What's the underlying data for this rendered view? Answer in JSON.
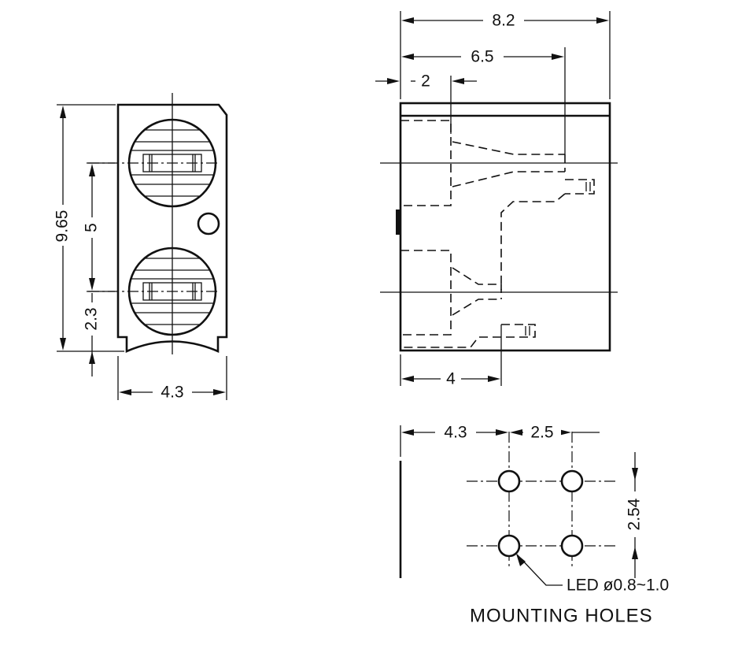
{
  "front_view": {
    "dim_height": "9.65",
    "dim_led_pitch": "5",
    "dim_bottom_offset": "2.3",
    "dim_width": "4.3"
  },
  "side_view": {
    "dim_total_length": "8.2",
    "dim_body_to_lead": "6.5",
    "dim_lens_depth": "2",
    "dim_bottom_lead": "4"
  },
  "mounting_holes": {
    "dim_offset": "4.3",
    "dim_horizontal_pitch": "2.5",
    "dim_vertical_pitch": "2.54",
    "hole_label": "LED ø0.8~1.0",
    "title": "MOUNTING HOLES"
  }
}
